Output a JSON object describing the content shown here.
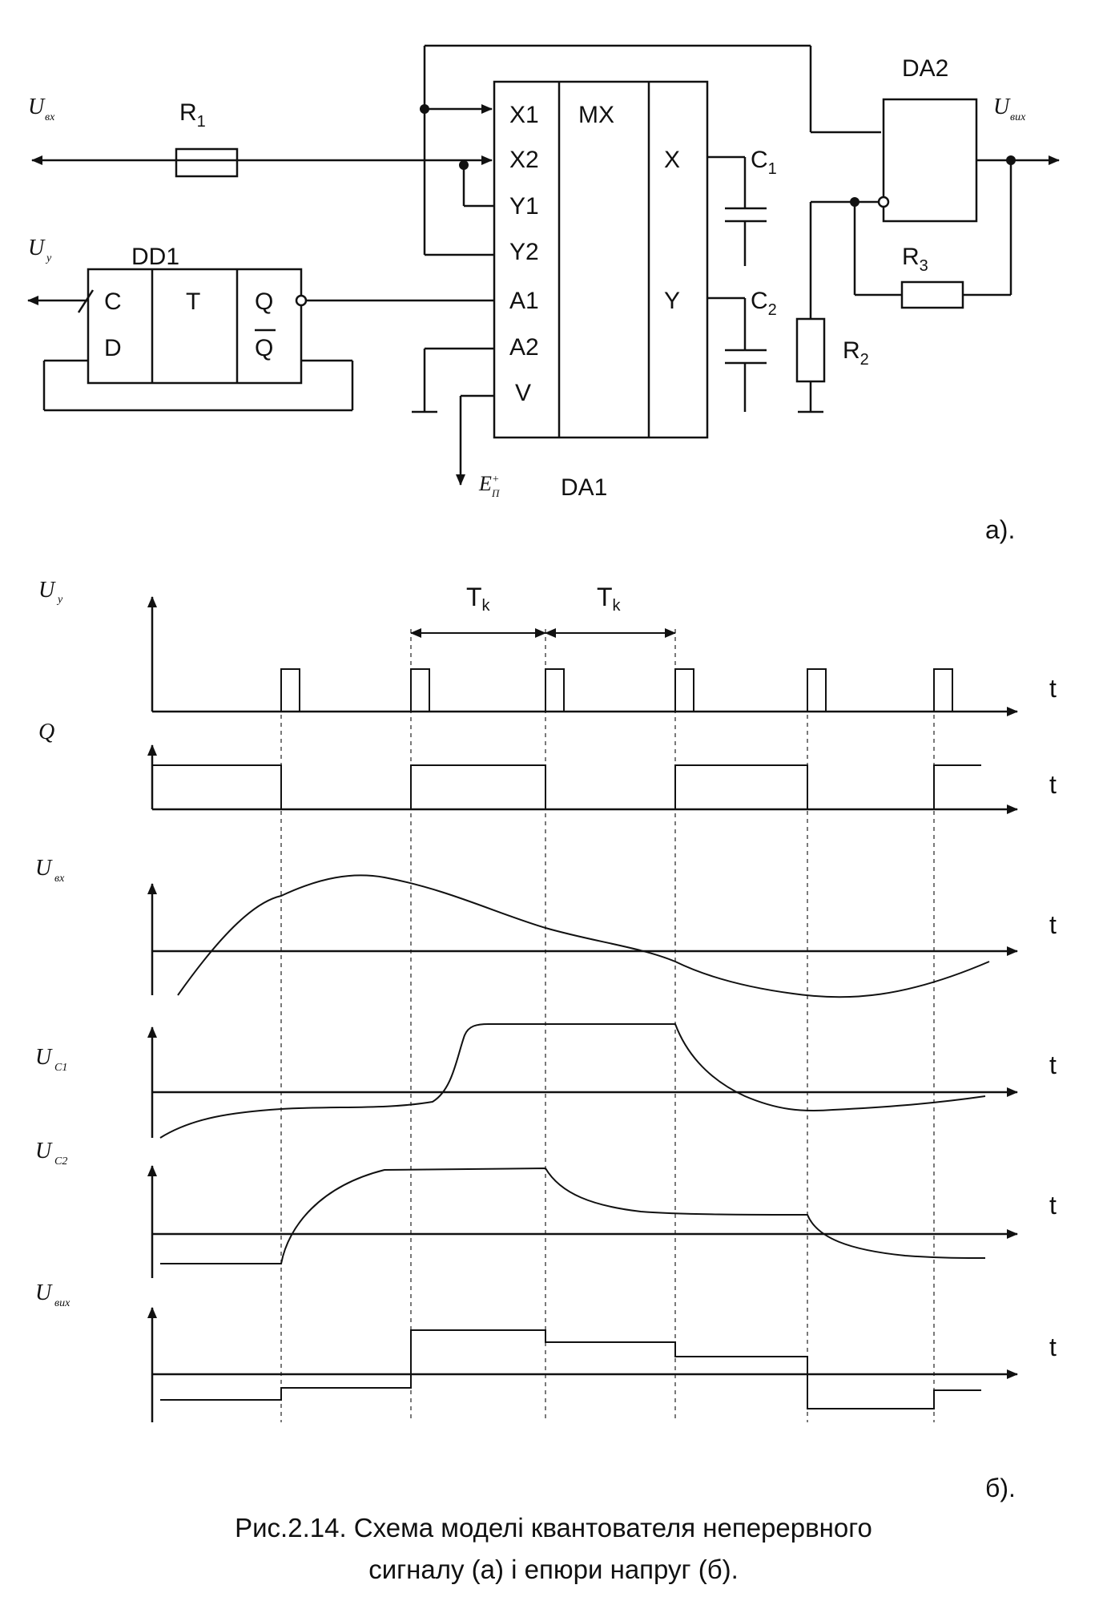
{
  "figure": {
    "caption_line1": "Рис.2.14. Схема моделі квантователя неперервного",
    "caption_line2": "сигналу (а) і епюри напруг (б).",
    "part_a_label": "а).",
    "part_b_label": "б)."
  },
  "schematic": {
    "input_label": "U вх",
    "input_sub": "вх",
    "control_label": "U y",
    "control_sub": "y",
    "output_label": "U вих",
    "output_sub": "вих",
    "supply_label": "E П +",
    "r1": "R1",
    "r2": "R2",
    "r3": "R3",
    "c1": "C1",
    "c2": "C2",
    "dd1": {
      "name": "DD1",
      "pins_left": [
        "C",
        "D"
      ],
      "function": "T",
      "pins_right": [
        "Q",
        "Q"
      ]
    },
    "da1": {
      "name": "DA1",
      "function": "MX",
      "inputs": [
        "X1",
        "X2",
        "Y1",
        "Y2",
        "A1",
        "A2",
        "V"
      ],
      "outputs": [
        "X",
        "Y"
      ]
    },
    "da2": {
      "name": "DA2"
    }
  },
  "timing": {
    "time_label": "t",
    "period_label": "T",
    "period_sub": "k",
    "signals": [
      {
        "id": "uy",
        "label": "U",
        "sub": "y"
      },
      {
        "id": "q",
        "label": "Q",
        "sub": ""
      },
      {
        "id": "uin",
        "label": "U",
        "sub": "вх"
      },
      {
        "id": "uc1",
        "label": "U",
        "sub": "C1"
      },
      {
        "id": "uc2",
        "label": "U",
        "sub": "C2"
      },
      {
        "id": "uout",
        "label": "U",
        "sub": "вих"
      }
    ]
  }
}
